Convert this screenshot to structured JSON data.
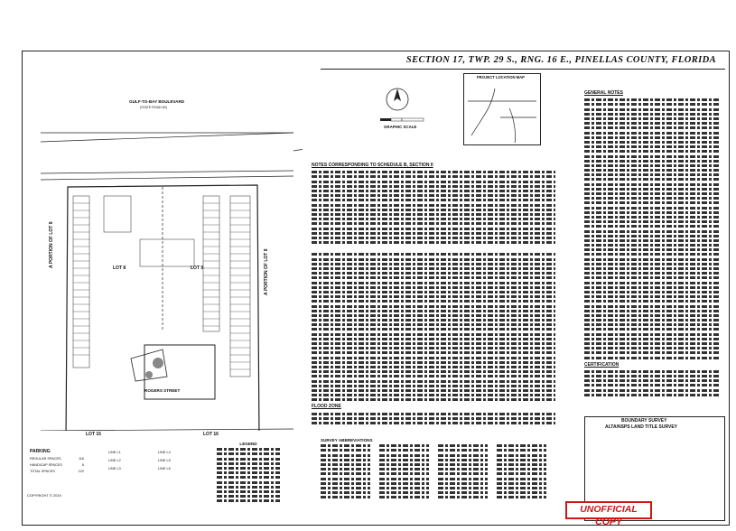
{
  "header": {
    "title": "SECTION 17, TWP. 29 S., RNG. 16 E., PINELLAS COUNTY, FLORIDA"
  },
  "plan": {
    "road_north": "GULF-TO-BAY BOULEVARD",
    "road_north_sub": "(STATE ROAD 60)",
    "road_south": "ROGERS STREET",
    "lot_left": "LOT 15",
    "lot_right": "LOT 16",
    "portion_left": "A PORTION OF LOT 9",
    "portion_right": "A PORTION OF LOT 8",
    "lot_center_left": "LOT 8",
    "lot_center_right": "LOT 9"
  },
  "graphic_scale": {
    "label": "GRAPHIC SCALE"
  },
  "location_map": {
    "title": "PROJECT LOCATION MAP"
  },
  "notes": {
    "title": "GENERAL NOTES",
    "schedule_title": "NOTES CORRESPONDING TO SCHEDULE B, SECTION II",
    "flood_title": "FLOOD ZONE",
    "certification_title": "CERTIFICATION"
  },
  "parking": {
    "title": "PARKING",
    "rows": [
      {
        "label": "REGULAR SPACES",
        "value": "116"
      },
      {
        "label": "HANDICAP SPACES",
        "value": "6"
      },
      {
        "label": "TOTAL SPACES",
        "value": "122"
      }
    ]
  },
  "line_table": {
    "col1": [
      "LINE L1",
      "LINE L2",
      "LINE L3"
    ],
    "col2": [
      "LINE L4",
      "LINE L5",
      "LINE L6"
    ]
  },
  "legend": {
    "title": "LEGEND"
  },
  "abbreviations": {
    "title": "SURVEY ABBREVIATIONS"
  },
  "title_block": {
    "survey_type": "BOUNDARY SURVEY",
    "title": "ALTA/NSPS LAND TITLE SURVEY"
  },
  "stamp": {
    "text": "UNOFFICIAL COPY",
    "color": "#d01515"
  },
  "copyright": {
    "text": "COPYRIGHT © 2019"
  }
}
